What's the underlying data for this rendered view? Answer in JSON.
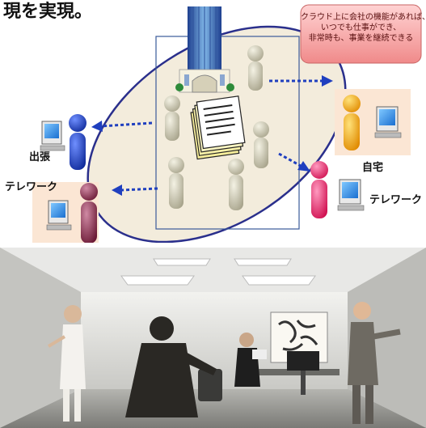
{
  "top_title": "現を実現。",
  "callout": {
    "lines": [
      "クラウド上に会社の機能があれば、",
      "いつでも仕事ができ、",
      "非常時も、事業を継続できる"
    ],
    "fill": "#f7a8a8"
  },
  "labels": {
    "business_trip": "出張",
    "telework_left": "テレワーク",
    "home": "自宅",
    "telework_right": "テレワーク"
  },
  "colors": {
    "ellipse_border": "#2a2f8c",
    "ellipse_fill": "#f3ecdc",
    "arrow": "#1f3fbf",
    "person_blue": "#1f3fbf",
    "person_maroon": "#8a2a4a",
    "person_orange": "#f0a000",
    "person_pink": "#e8306a",
    "person_grey": "#c8c4ac",
    "tile_peach": "#fbe6d4"
  },
  "icons": [
    "office-building-icon",
    "documents-stack-icon",
    "computer-icon",
    "person-icon"
  ]
}
